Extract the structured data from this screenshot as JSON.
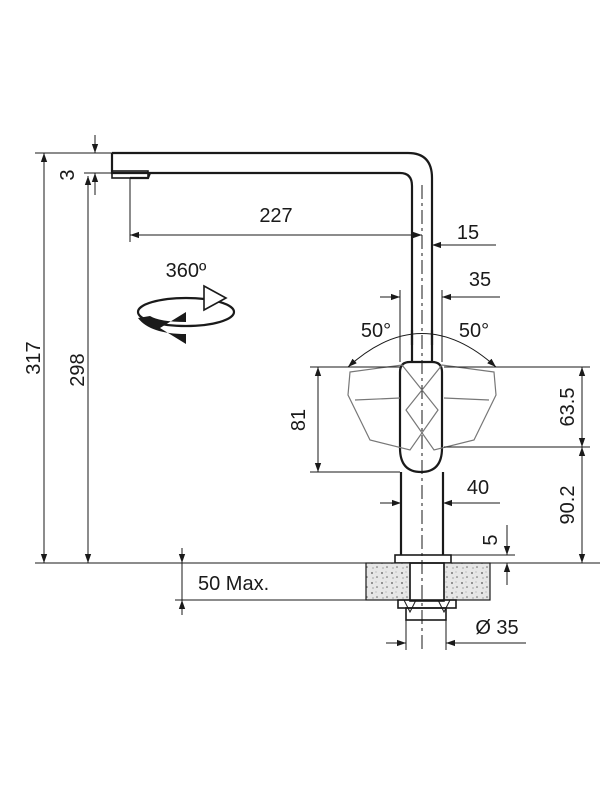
{
  "dimensions": {
    "total_height": "317",
    "spout_height": "298",
    "aerator_offset": "3",
    "spout_reach": "227",
    "body_offset": "15",
    "lever_width": "35",
    "lever_angle_left": "50°",
    "lever_angle_right": "50°",
    "lever_height": "81",
    "lever_span": "63.5",
    "body_height": "90.2",
    "body_diameter": "40",
    "base_gap": "5",
    "max_counter_thickness": "50 Max.",
    "shank_diameter": "Ø 35",
    "rotation": "360º"
  },
  "colors": {
    "line": "#1a1a1a",
    "ghost": "#777777",
    "granite": "#e6e6e6"
  }
}
